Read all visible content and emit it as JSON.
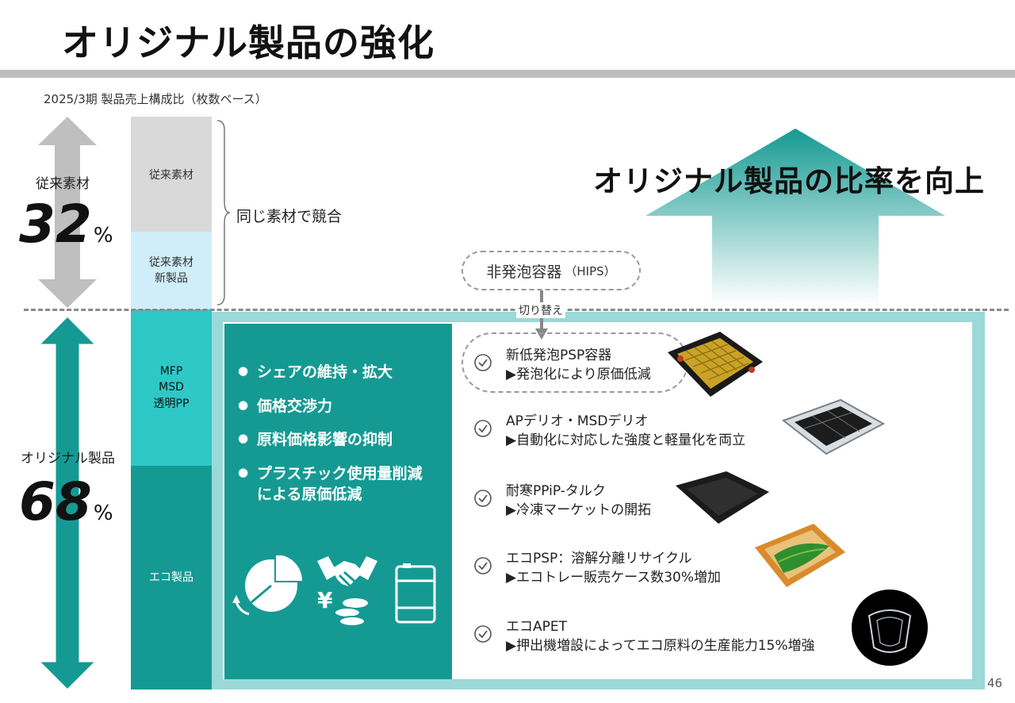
{
  "title": "オリジナル製品の強化",
  "subtitle": "2025/3期 製品売上構成比（枚数ベース）",
  "left": {
    "conventional_label": "従来素材",
    "conventional_pct_value": "32",
    "original_label": "オリジナル製品",
    "original_pct_value": "68",
    "pct_unit": "%"
  },
  "segments": {
    "seg1": "従来素材",
    "seg2": "従来素材\n新製品",
    "seg3": "MFP\nMSD\n透明PP",
    "seg4": "エコ製品"
  },
  "brace_label": "同じ素材で競合",
  "hips": {
    "label": "非発泡容器",
    "sub": "（HIPS）"
  },
  "switch_label": "切り替え",
  "headline": "オリジナル製品の比率を向上",
  "bullets": [
    "シェアの維持・拡大",
    "価格交渉力",
    "原料価格影響の抑制",
    "プラスチック使用量削減\nによる原価低減"
  ],
  "items": [
    {
      "name": "新低発泡PSP容器",
      "desc": "▶発泡化により原価低減"
    },
    {
      "name": "APデリオ・MSDデリオ",
      "desc": "▶自動化に対応した強度と軽量化を両立"
    },
    {
      "name": "耐寒PPiP-タルク",
      "desc": "▶冷凍マーケットの開拓"
    },
    {
      "name": "エコPSP：溶解分離リサイクル",
      "desc": "▶エコトレー販売ケース数30%増加"
    },
    {
      "name": "エコAPET",
      "desc": "▶押出機増設によってエコ原料の生産能力15%増強"
    }
  ],
  "icons": [
    "pie-chart-icon",
    "handshake-icon",
    "yen-coins-icon",
    "oil-barrel-icon",
    "check-circle-icon"
  ],
  "colors": {
    "teal_dark": "#159a93",
    "teal_light": "#2ec8c6",
    "teal_frame": "#99d9d7",
    "arrow_gray": "#bfbfbf"
  },
  "page_number": "46"
}
